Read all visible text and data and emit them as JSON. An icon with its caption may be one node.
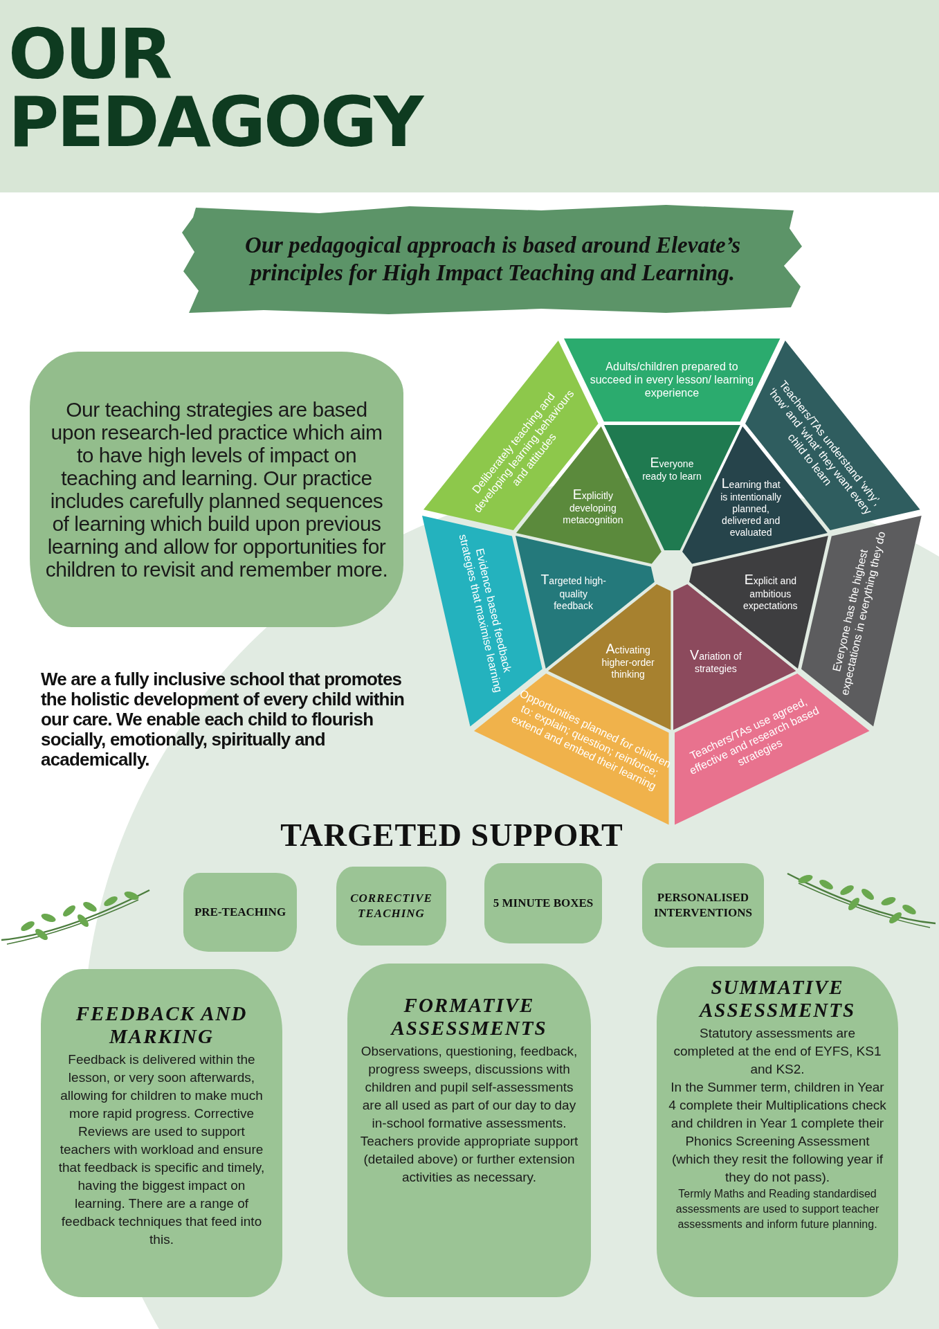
{
  "diagram": {
    "title": "OUR PEDAGOGY",
    "nodes": [
      {
        "text": [
          "Our pedagogical approach is based around Elevate’s principles for High Impact Teaching and Learning."
        ]
      },
      {
        "text": [
          "Our teaching strategies are based upon research-led practice which aim to have high levels of impact on teaching and learning. Our practice includes carefully planned sequences of learning which build upon previous learning and allow for opportunities for children to revisit and remember more."
        ]
      },
      {
        "text": [
          "Adults/children prepared to succeed in every lesson/ learning experience"
        ]
      },
      {
        "text": [
          "Everyone ready to learn"
        ]
      },
      {
        "text": [
          "Teachers/TAs understand ‘why’, ‘how’ and ‘what’ they want every child to learn"
        ]
      },
      {
        "text": [
          "Learning that is intentionally planned, delivered and evaluated"
        ]
      },
      {
        "text": [
          "Everyone has the highest expectations in everything they do"
        ]
      },
      {
        "text": [
          "Explicit and ambitious expectations"
        ]
      },
      {
        "text": [
          "Teachers/TAs use agreed, effective and research based strategies"
        ]
      },
      {
        "text": [
          "Variation of strategies"
        ]
      },
      {
        "text": [
          "Opportunities planned for children to: explain; question; reinforce; extend and embed their learning"
        ]
      },
      {
        "text": [
          "Activating higher-order thinking"
        ]
      },
      {
        "text": [
          "Evidence based feedback strategies that maximise learning"
        ]
      },
      {
        "text": [
          "Targeted high-quality feedback"
        ]
      },
      {
        "text": [
          "Deliberately teaching and developing learning behaviours and attitudes"
        ]
      },
      {
        "text": [
          "Explicitly developing metacognition"
        ]
      },
      {
        "text": [
          "PRE-TEACHING"
        ]
      },
      {
        "text": [
          "CORRECTIVE TEACHING"
        ]
      },
      {
        "text": [
          "5 MINUTE BOXES"
        ]
      },
      {
        "text": [
          "PERSONALISED INTERVENTIONS"
        ]
      },
      {
        "text": [
          "FEEDBACK AND MARKING",
          "Feedback is delivered within the lesson, or very soon afterwards, allowing for children to make much more rapid progress. Corrective Reviews are used to support teachers with workload and ensure that feedback is specific and timely, having the biggest impact on learning. There are a range of feedback techniques that feed into this."
        ]
      },
      {
        "text": [
          "FORMATIVE ASSESSMENTS",
          "Observations, questioning, feedback, progress sweeps, discussions with children and pupil self-assessments are all used as part of our day to day in-school formative assessments. Teachers provide appropriate support (detailed above) or further extension activities as necessary."
        ]
      },
      {
        "text": [
          "SUMMATIVE ASSESSMENTS",
          "Statutory assessments are completed at the end of EYFS, KS1 and KS2.",
          "In the Summer term, children in Year 4 complete their Multiplications check and children in Year 1 complete their Phonics Screening Assessment (which they resit the following year if they do not pass).",
          "Termly Maths and Reading standardised assessments are used to support teacher assessments and inform future planning."
        ]
      }
    ],
    "labels": [
      "We are a fully inclusive school that promotes the holistic development of every child within our care. We enable each child to flourish socially, emotionally, spiritually and academically.",
      "TARGETED SUPPORT"
    ]
  }
}
